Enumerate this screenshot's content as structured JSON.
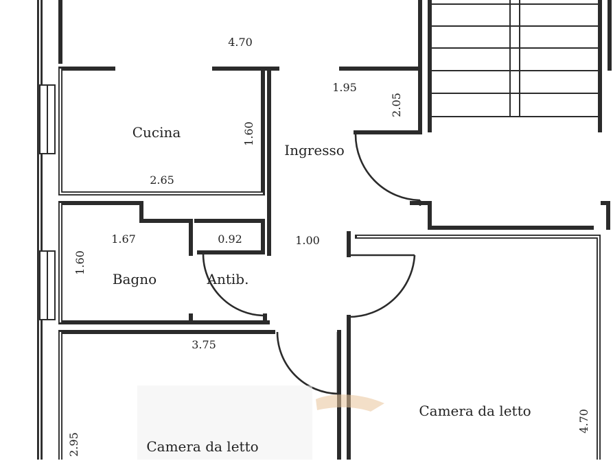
{
  "plan": {
    "colors": {
      "wall": "#2b2b2b",
      "background": "#ffffff",
      "text": "#222222",
      "watermark": "#e9c49b"
    },
    "rooms": {
      "kitchen": "Cucina",
      "bathroom": "Bagno",
      "antibath": "Antib.",
      "entrance": "Ingresso",
      "bedroom_right": "Camera da letto",
      "bedroom_left": "Camera da letto"
    },
    "dimensions": {
      "top_width": "4.70",
      "entrance_width": "1.95",
      "entrance_depth": "2.05",
      "kitchen_height": "1.60",
      "kitchen_width": "2.65",
      "bath_width": "1.67",
      "antib_width": "0.92",
      "corridor_width": "1.00",
      "bath_height": "1.60",
      "lower_width": "3.75",
      "bedroom_left_height": "2.95",
      "bedroom_right_height": "4.70"
    }
  }
}
